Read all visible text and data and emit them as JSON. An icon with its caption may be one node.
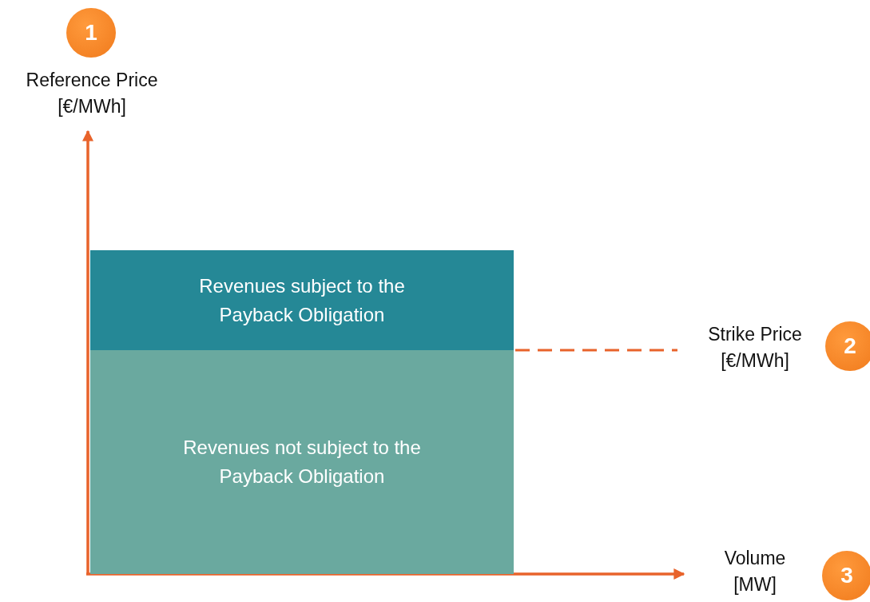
{
  "diagram": {
    "nodes": [
      {
        "text": [
          "Revenues subject to the Payback Obligation"
        ]
      },
      {
        "text": [
          "Revenues not subject to the Payback Obligation"
        ]
      },
      {
        "text": [
          "1"
        ],
        "beside": [
          "Reference Price [€/MWh]"
        ]
      },
      {
        "text": [
          "2"
        ],
        "beside": [
          "Strike Price [€/MWh]"
        ]
      },
      {
        "text": [
          "3"
        ],
        "beside": [
          "Volume [MW]"
        ]
      }
    ],
    "edges": []
  }
}
